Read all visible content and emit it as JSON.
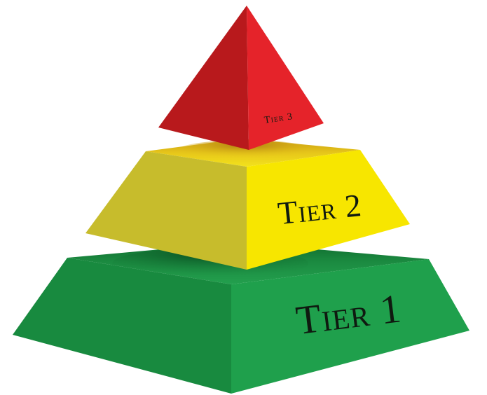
{
  "tiers": [
    {
      "label": "Tier 3",
      "color": "#d91e22"
    },
    {
      "label": "Tier 2",
      "color": "#f2e600"
    },
    {
      "label": "Tier 1",
      "color": "#1e9a48"
    }
  ]
}
